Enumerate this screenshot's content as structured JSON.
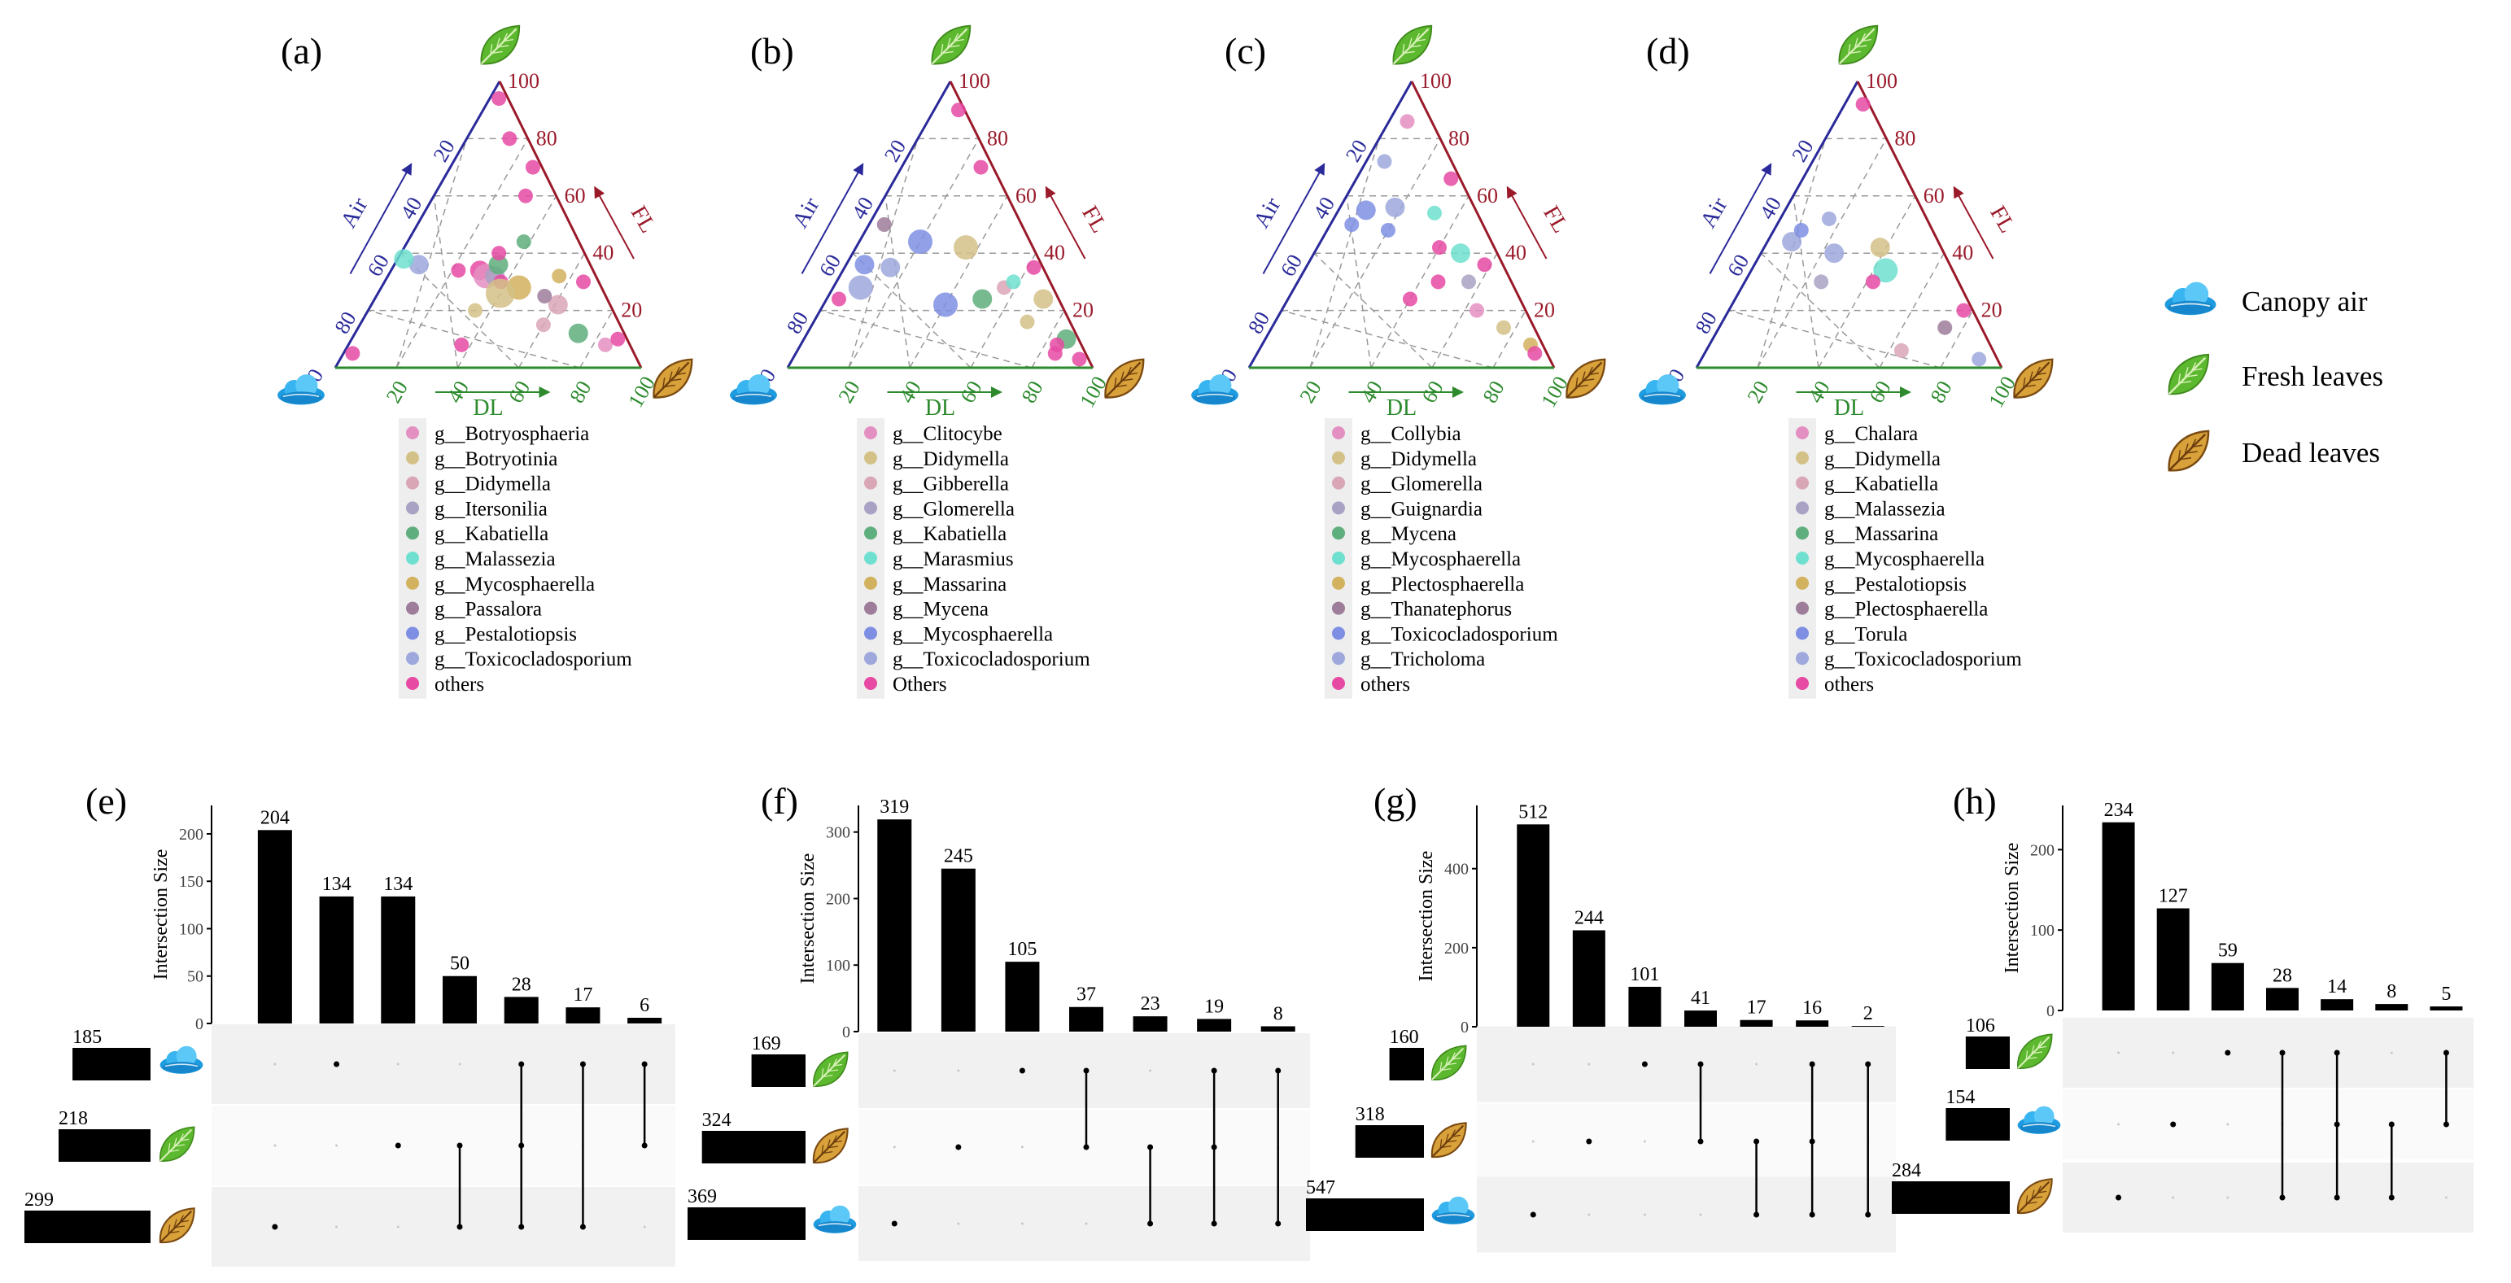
{
  "colors": {
    "air_axis": "#2a2a9a",
    "fresh_axis": "#9a1a2a",
    "dead_axis": "#2d8a2d",
    "grid": "#9a9a9a",
    "bar": "#000000",
    "matrix_band": "#f1f1f1"
  },
  "icons": {
    "canopy_air": "cloud-icon",
    "fresh_leaves": "green-leaf-icon",
    "dead_leaves": "dry-leaf-icon"
  },
  "legend": [
    {
      "label": "Canopy air",
      "icon": "cloud-icon"
    },
    {
      "label": "Fresh leaves",
      "icon": "green-leaf-icon"
    },
    {
      "label": "Dead leaves",
      "icon": "dry-leaf-icon"
    }
  ],
  "chart_data": [
    {
      "type": "scatter",
      "panel": "(a)",
      "axes": {
        "left": "Air",
        "right": "FL",
        "bottom": "DL"
      },
      "ticks": [
        20,
        40,
        60,
        80,
        100
      ],
      "genera": [
        "g__Botryosphaeria",
        "g__Botryotinia",
        "g__Didymella",
        "g__Itersonilia",
        "g__Kabatiella",
        "g__Malassezia",
        "g__Mycosphaerella",
        "g__Passalora",
        "g__Pestalotiopsis",
        "g__Toxicocladosporium",
        "others"
      ],
      "colors": [
        "#e48fc2",
        "#d4c187",
        "#d9a6b6",
        "#a9a2c4",
        "#5fae7d",
        "#6fe0cf",
        "#d2b25e",
        "#9d7d9a",
        "#7e8fe3",
        "#9ea8dc",
        "#e64aa3"
      ],
      "points": [
        {
          "air": 56,
          "fl": 36,
          "dl": 8,
          "size": 3,
          "g": 9
        },
        {
          "air": 60,
          "fl": 38,
          "dl": 2,
          "size": 3,
          "g": 5
        },
        {
          "air": 44,
          "fl": 34,
          "dl": 22,
          "size": 2,
          "g": 10
        },
        {
          "air": 37,
          "fl": 34,
          "dl": 29,
          "size": 3,
          "g": 10
        },
        {
          "air": 36,
          "fl": 32,
          "dl": 32,
          "size": 4,
          "g": 0
        },
        {
          "air": 33,
          "fl": 32,
          "dl": 35,
          "size": 3,
          "g": 3
        },
        {
          "air": 32,
          "fl": 30,
          "dl": 38,
          "size": 2,
          "g": 10
        },
        {
          "air": 30,
          "fl": 36,
          "dl": 34,
          "size": 3,
          "g": 4
        },
        {
          "air": 27,
          "fl": 28,
          "dl": 45,
          "size": 4,
          "g": 6
        },
        {
          "air": 34,
          "fl": 26,
          "dl": 40,
          "size": 5,
          "g": 1
        },
        {
          "air": 17,
          "fl": 22,
          "dl": 61,
          "size": 3,
          "g": 2
        },
        {
          "air": 15,
          "fl": 12,
          "dl": 73,
          "size": 3,
          "g": 4
        },
        {
          "air": 8,
          "fl": 8,
          "dl": 84,
          "size": 2,
          "g": 0
        },
        {
          "air": 12,
          "fl": 32,
          "dl": 56,
          "size": 2,
          "g": 6
        },
        {
          "air": 18,
          "fl": 44,
          "dl": 38,
          "size": 2,
          "g": 4
        },
        {
          "air": 10,
          "fl": 60,
          "dl": 30,
          "size": 2,
          "g": 10
        },
        {
          "air": 3,
          "fl": 94,
          "dl": 3,
          "size": 2,
          "g": 10
        },
        {
          "air": 3,
          "fl": 70,
          "dl": 27,
          "size": 2,
          "g": 10
        },
        {
          "air": 5,
          "fl": 30,
          "dl": 65,
          "size": 2,
          "g": 10
        },
        {
          "air": 3,
          "fl": 10,
          "dl": 87,
          "size": 2,
          "g": 10
        },
        {
          "air": 92,
          "fl": 5,
          "dl": 3,
          "size": 2,
          "g": 10
        },
        {
          "air": 55,
          "fl": 8,
          "dl": 37,
          "size": 2,
          "g": 10
        },
        {
          "air": 25,
          "fl": 15,
          "dl": 60,
          "size": 2,
          "g": 2
        },
        {
          "air": 20,
          "fl": 25,
          "dl": 55,
          "size": 2,
          "g": 7
        },
        {
          "air": 45,
          "fl": 20,
          "dl": 35,
          "size": 2,
          "g": 1
        },
        {
          "air": 6,
          "fl": 80,
          "dl": 14,
          "size": 2,
          "g": 10
        },
        {
          "air": 28,
          "fl": 40,
          "dl": 32,
          "size": 2,
          "g": 10
        }
      ]
    },
    {
      "type": "scatter",
      "panel": "(b)",
      "axes": {
        "left": "Air",
        "right": "FL",
        "bottom": "DL"
      },
      "ticks": [
        20,
        40,
        60,
        80,
        100
      ],
      "genera": [
        "g__Clitocybe",
        "g__Didymella",
        "g__Gibberella",
        "g__Glomerella",
        "g__Kabatiella",
        "g__Marasmius",
        "g__Massarina",
        "g__Mycena",
        "g__Mycosphaerella",
        "g__Toxicocladosporium",
        "Others"
      ],
      "colors": [
        "#e48fc2",
        "#d4c187",
        "#d9a6b6",
        "#a9a2c4",
        "#5fae7d",
        "#6fe0cf",
        "#d2b25e",
        "#9d7d9a",
        "#7e8fe3",
        "#9ea8dc",
        "#e64aa3"
      ],
      "points": [
        {
          "air": 63,
          "fl": 28,
          "dl": 9,
          "size": 4,
          "g": 9
        },
        {
          "air": 58,
          "fl": 36,
          "dl": 6,
          "size": 3,
          "g": 8
        },
        {
          "air": 50,
          "fl": 35,
          "dl": 15,
          "size": 3,
          "g": 9
        },
        {
          "air": 36,
          "fl": 44,
          "dl": 20,
          "size": 4,
          "g": 8
        },
        {
          "air": 22,
          "fl": 42,
          "dl": 36,
          "size": 4,
          "g": 1
        },
        {
          "air": 38,
          "fl": 22,
          "dl": 40,
          "size": 4,
          "g": 8
        },
        {
          "air": 25,
          "fl": 24,
          "dl": 51,
          "size": 3,
          "g": 4
        },
        {
          "air": 14,
          "fl": 16,
          "dl": 70,
          "size": 2,
          "g": 1
        },
        {
          "air": 5,
          "fl": 24,
          "dl": 71,
          "size": 3,
          "g": 1
        },
        {
          "air": 4,
          "fl": 10,
          "dl": 86,
          "size": 3,
          "g": 4
        },
        {
          "air": 8,
          "fl": 8,
          "dl": 84,
          "size": 2,
          "g": 10
        },
        {
          "air": 3,
          "fl": 35,
          "dl": 62,
          "size": 2,
          "g": 10
        },
        {
          "air": 4,
          "fl": 70,
          "dl": 26,
          "size": 2,
          "g": 10
        },
        {
          "air": 45,
          "fl": 50,
          "dl": 5,
          "size": 2,
          "g": 7
        },
        {
          "air": 72,
          "fl": 24,
          "dl": 4,
          "size": 2,
          "g": 10
        },
        {
          "air": 16,
          "fl": 28,
          "dl": 56,
          "size": 2,
          "g": 2
        },
        {
          "air": 3,
          "fl": 3,
          "dl": 94,
          "size": 2,
          "g": 10
        },
        {
          "air": 2,
          "fl": 90,
          "dl": 8,
          "size": 2,
          "g": 10
        },
        {
          "air": 10,
          "fl": 5,
          "dl": 85,
          "size": 2,
          "g": 10
        },
        {
          "air": 12,
          "fl": 30,
          "dl": 58,
          "size": 2,
          "g": 5
        }
      ]
    },
    {
      "type": "scatter",
      "panel": "(c)",
      "axes": {
        "left": "Air",
        "right": "FL",
        "bottom": "DL"
      },
      "ticks": [
        20,
        40,
        60,
        80,
        100
      ],
      "genera": [
        "g__Collybia",
        "g__Didymella",
        "g__Glomerella",
        "g__Guignardia",
        "g__Mycena",
        "g__Mycosphaerella",
        "g__Plectosphaerella",
        "g__Thanatephorus",
        "g__Toxicocladosporium",
        "g__Tricholoma",
        "others"
      ],
      "colors": [
        "#e48fc2",
        "#d4c187",
        "#d9a6b6",
        "#a9a2c4",
        "#5fae7d",
        "#6fe0cf",
        "#d2b25e",
        "#9d7d9a",
        "#7e8fe3",
        "#9ea8dc",
        "#e64aa3"
      ],
      "points": [
        {
          "air": 43,
          "fl": 50,
          "dl": 7,
          "size": 2,
          "g": 8
        },
        {
          "air": 36,
          "fl": 55,
          "dl": 9,
          "size": 3,
          "g": 8
        },
        {
          "air": 26,
          "fl": 56,
          "dl": 18,
          "size": 3,
          "g": 9
        },
        {
          "air": 32,
          "fl": 48,
          "dl": 20,
          "size": 2,
          "g": 8
        },
        {
          "air": 14,
          "fl": 54,
          "dl": 32,
          "size": 2,
          "g": 5
        },
        {
          "air": 18,
          "fl": 42,
          "dl": 40,
          "size": 2,
          "g": 10
        },
        {
          "air": 12,
          "fl": 40,
          "dl": 48,
          "size": 3,
          "g": 5
        },
        {
          "air": 6,
          "fl": 36,
          "dl": 58,
          "size": 2,
          "g": 10
        },
        {
          "air": 10,
          "fl": 14,
          "dl": 76,
          "size": 2,
          "g": 1
        },
        {
          "air": 4,
          "fl": 8,
          "dl": 88,
          "size": 2,
          "g": 6
        },
        {
          "air": 36,
          "fl": 24,
          "dl": 40,
          "size": 2,
          "g": 10
        },
        {
          "air": 24,
          "fl": 30,
          "dl": 46,
          "size": 2,
          "g": 10
        },
        {
          "air": 22,
          "fl": 72,
          "dl": 6,
          "size": 2,
          "g": 9
        },
        {
          "air": 8,
          "fl": 86,
          "dl": 6,
          "size": 2,
          "g": 0
        },
        {
          "air": 4,
          "fl": 5,
          "dl": 91,
          "size": 2,
          "g": 10
        },
        {
          "air": 16,
          "fl": 20,
          "dl": 64,
          "size": 2,
          "g": 0
        },
        {
          "air": 3,
          "fl": 66,
          "dl": 31,
          "size": 2,
          "g": 10
        },
        {
          "air": 14,
          "fl": 30,
          "dl": 56,
          "size": 2,
          "g": 3
        }
      ]
    },
    {
      "type": "scatter",
      "panel": "(d)",
      "axes": {
        "left": "Air",
        "right": "FL",
        "bottom": "DL"
      },
      "ticks": [
        20,
        40,
        60,
        80,
        100
      ],
      "genera": [
        "g__Chalara",
        "g__Didymella",
        "g__Kabatiella",
        "g__Malassezia",
        "g__Massarina",
        "g__Mycosphaerella",
        "g__Pestalotiopsis",
        "g__Plectosphaerella",
        "g__Torula",
        "g__Toxicocladosporium",
        "others"
      ],
      "colors": [
        "#e48fc2",
        "#d4c187",
        "#d9a6b6",
        "#a9a2c4",
        "#5fae7d",
        "#6fe0cf",
        "#d2b25e",
        "#9d7d9a",
        "#7e8fe3",
        "#9ea8dc",
        "#e64aa3"
      ],
      "points": [
        {
          "air": 48,
          "fl": 44,
          "dl": 8,
          "size": 3,
          "g": 9
        },
        {
          "air": 43,
          "fl": 48,
          "dl": 9,
          "size": 2,
          "g": 8
        },
        {
          "air": 36,
          "fl": 40,
          "dl": 24,
          "size": 3,
          "g": 9
        },
        {
          "air": 32,
          "fl": 52,
          "dl": 16,
          "size": 2,
          "g": 9
        },
        {
          "air": 22,
          "fl": 34,
          "dl": 44,
          "size": 4,
          "g": 5
        },
        {
          "air": 20,
          "fl": 42,
          "dl": 38,
          "size": 3,
          "g": 1
        },
        {
          "air": 28,
          "fl": 30,
          "dl": 42,
          "size": 2,
          "g": 10
        },
        {
          "air": 12,
          "fl": 14,
          "dl": 74,
          "size": 2,
          "g": 7
        },
        {
          "air": 6,
          "fl": 3,
          "dl": 91,
          "size": 2,
          "g": 9
        },
        {
          "air": 45,
          "fl": 30,
          "dl": 25,
          "size": 2,
          "g": 3
        },
        {
          "air": 2,
          "fl": 92,
          "dl": 6,
          "size": 2,
          "g": 10
        },
        {
          "air": 3,
          "fl": 20,
          "dl": 77,
          "size": 2,
          "g": 10
        },
        {
          "air": 30,
          "fl": 6,
          "dl": 64,
          "size": 2,
          "g": 2
        }
      ]
    },
    {
      "type": "bar",
      "panel": "(e)",
      "ylabel": "Intersection Size",
      "ylim": [
        0,
        230
      ],
      "yticks": [
        0,
        50,
        100,
        150,
        200
      ],
      "values": [
        204,
        134,
        134,
        50,
        28,
        17,
        6
      ],
      "sets": [
        {
          "size": 185,
          "icon": "cloud-icon"
        },
        {
          "size": 218,
          "icon": "green-leaf-icon"
        },
        {
          "size": 299,
          "icon": "dry-leaf-icon"
        }
      ],
      "combos": [
        [
          2
        ],
        [
          0
        ],
        [
          1
        ],
        [
          1,
          2
        ],
        [
          0,
          1,
          2
        ],
        [
          0,
          2
        ],
        [
          0,
          1
        ]
      ]
    },
    {
      "type": "bar",
      "panel": "(f)",
      "ylabel": "Intersection Size",
      "ylim": [
        0,
        340
      ],
      "yticks": [
        0,
        100,
        200,
        300
      ],
      "values": [
        319,
        245,
        105,
        37,
        23,
        19,
        8
      ],
      "sets": [
        {
          "size": 169,
          "icon": "green-leaf-icon"
        },
        {
          "size": 324,
          "icon": "dry-leaf-icon"
        },
        {
          "size": 369,
          "icon": "cloud-icon"
        }
      ],
      "combos": [
        [
          2
        ],
        [
          1
        ],
        [
          0
        ],
        [
          0,
          1
        ],
        [
          1,
          2
        ],
        [
          0,
          1,
          2
        ],
        [
          0,
          2
        ]
      ]
    },
    {
      "type": "bar",
      "panel": "(g)",
      "ylabel": "Intersection Size",
      "ylim": [
        0,
        560
      ],
      "yticks": [
        0,
        200,
        400
      ],
      "values": [
        512,
        244,
        101,
        41,
        17,
        16,
        2
      ],
      "sets": [
        {
          "size": 160,
          "icon": "green-leaf-icon"
        },
        {
          "size": 318,
          "icon": "dry-leaf-icon"
        },
        {
          "size": 547,
          "icon": "cloud-icon"
        }
      ],
      "combos": [
        [
          2
        ],
        [
          1
        ],
        [
          0
        ],
        [
          0,
          1
        ],
        [
          1,
          2
        ],
        [
          0,
          1,
          2
        ],
        [
          0,
          2
        ]
      ]
    },
    {
      "type": "bar",
      "panel": "(h)",
      "ylabel": "Intersection Size",
      "ylim": [
        0,
        255
      ],
      "yticks": [
        0,
        100,
        200
      ],
      "values": [
        234,
        127,
        59,
        28,
        14,
        8,
        5
      ],
      "sets": [
        {
          "size": 106,
          "icon": "green-leaf-icon"
        },
        {
          "size": 154,
          "icon": "cloud-icon"
        },
        {
          "size": 284,
          "icon": "dry-leaf-icon"
        }
      ],
      "combos": [
        [
          2
        ],
        [
          1
        ],
        [
          0
        ],
        [
          0,
          2
        ],
        [
          0,
          1,
          2
        ],
        [
          1,
          2
        ],
        [
          0,
          1
        ]
      ]
    }
  ]
}
